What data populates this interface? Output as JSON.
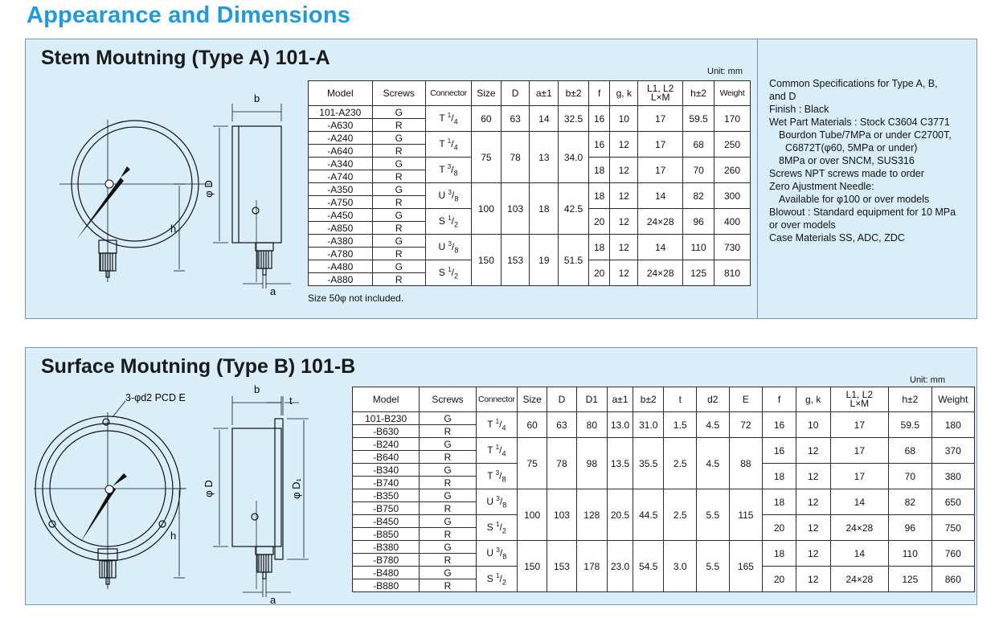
{
  "page_title": "Appearance and Dimensions",
  "type_a": {
    "title": "Stem Moutning (Type A) 101-A",
    "unit": "Unit: mm",
    "headers": [
      "Model",
      "Screws",
      "Connector",
      "Size",
      "D",
      "a±1",
      "b±2",
      "f",
      "g, k",
      "L1, L2\nL×M",
      "h±2",
      "Weight"
    ],
    "note": "Size 50φ not included.",
    "diagram_labels": {
      "b": "b",
      "phiD": "φ D",
      "h": "h",
      "a": "a"
    }
  },
  "type_b": {
    "title": "Surface Moutning (Type B) 101-B",
    "unit": "Unit: mm",
    "headers": [
      "Model",
      "Screws",
      "Connector",
      "Size",
      "D",
      "D1",
      "a±1",
      "b±2",
      "t",
      "d2",
      "E",
      "f",
      "g, k",
      "L1, L2\nL×M",
      "h±2",
      "Weight"
    ],
    "diagram_labels": {
      "pcd": "3-φd2 PCD E",
      "b": "b",
      "t": "t",
      "phiD": "φ D",
      "phiD1": "φ D₁",
      "h": "h",
      "a": "a"
    }
  },
  "spec_lines": [
    "Common Specifications for Type A, B,",
    "and D",
    "Finish : Black",
    "Wet Part Materials : Stock C3604 C3771",
    "Bourdon Tube/7MPa or under C2700T,",
    "C6872T(φ60, 5MPa or under)",
    "8MPa or over  SNCM, SUS316",
    "Screws NPT screws made to order",
    "Zero Ajustment Needle:",
    "Available for φ100 or over models",
    "Blowout : Standard equipment for 10 MPa",
    "or over models",
    "Case Materials SS, ADC, ZDC"
  ]
}
